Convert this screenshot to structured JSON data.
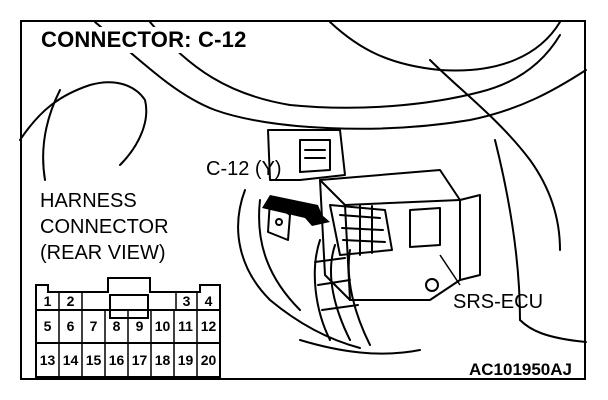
{
  "title": "CONNECTOR: C-12",
  "callout_connector": "C-12 (Y)",
  "harness_label": [
    "HARNESS",
    "CONNECTOR",
    "(REAR VIEW)"
  ],
  "ecu_label": "SRS-ECU",
  "figure_code": "AC101950AJ",
  "pins": {
    "row1_left": [
      "1",
      "2"
    ],
    "row1_right": [
      "3",
      "4"
    ],
    "row2": [
      "5",
      "6",
      "7",
      "8",
      "9",
      "10",
      "11",
      "12"
    ],
    "row3": [
      "13",
      "14",
      "15",
      "16",
      "17",
      "18",
      "19",
      "20"
    ]
  }
}
